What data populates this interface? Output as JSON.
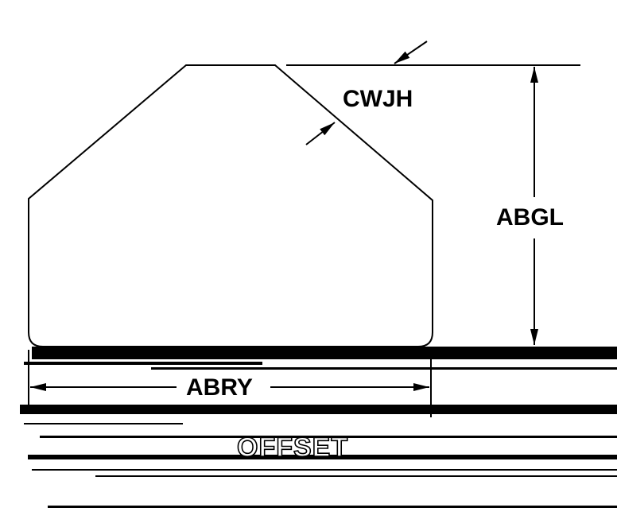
{
  "colors": {
    "ink": "#000000",
    "paper": "#ffffff"
  },
  "labels": {
    "chamfer_width": "CWJH",
    "height": "ABGL",
    "width": "ABRY",
    "base": "OFFSET"
  }
}
